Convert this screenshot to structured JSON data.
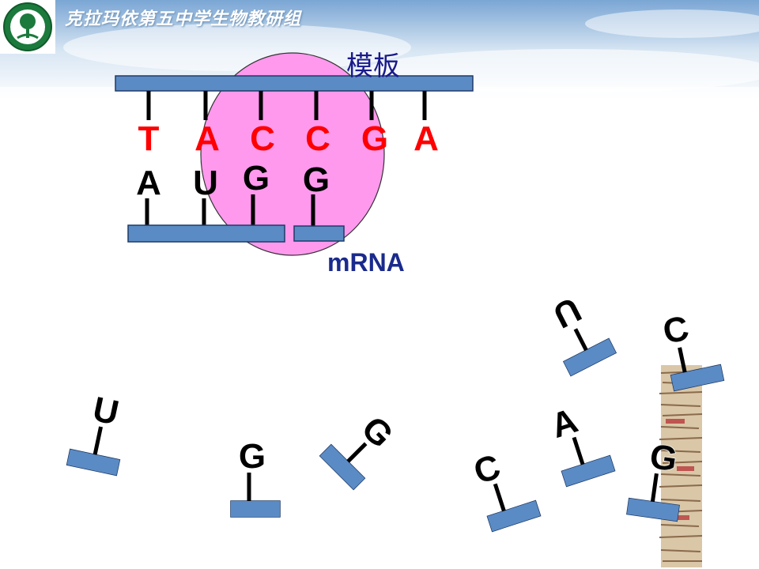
{
  "header": {
    "title": "克拉玛依第五中学生物教研组"
  },
  "diagram": {
    "template_label": "模板",
    "mrna_label": "mRNA",
    "template_bases": [
      "T",
      "A",
      "C",
      "C",
      "G",
      "A"
    ],
    "mrna_bases": [
      "A",
      "U",
      "G",
      "G"
    ],
    "free_nucleotides": [
      "U",
      "G",
      "G",
      "C",
      "A",
      "G",
      "U",
      "C"
    ]
  },
  "colors": {
    "template_base": "#ff0000",
    "mrna_base": "#000000",
    "strand_fill": "#5b8bc5",
    "circle_fill": "#ff99ee"
  },
  "icons": {
    "logo": "school-tree-logo",
    "books": "book-stack"
  }
}
